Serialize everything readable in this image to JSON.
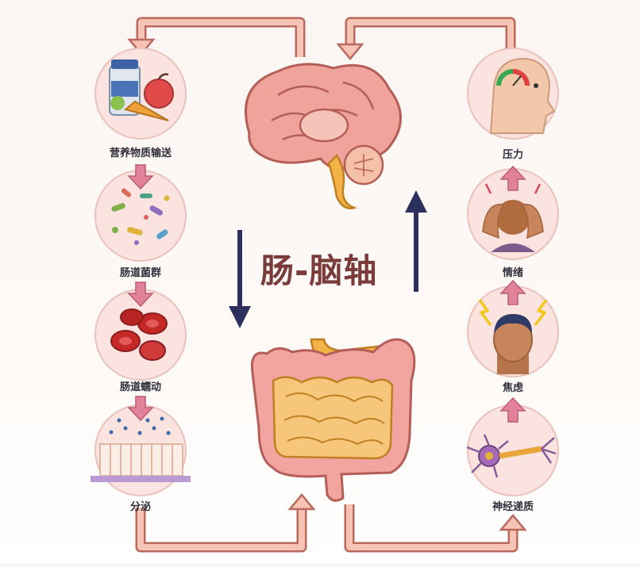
{
  "title": "肠-脑轴",
  "left_chain": [
    "营养物质输送",
    "肠道菌群",
    "肠道蠕动",
    "分泌"
  ],
  "right_chain": [
    "压力",
    "情绪",
    "焦虑",
    "神经递质"
  ],
  "colors": {
    "circle_fill": "#fbe3df",
    "circle_stroke": "#eac1bb",
    "connector": "#e79c8a",
    "connector_dark": "#b96a5d",
    "arrow_pink": "#e1829a",
    "axis_arrow": "#2d2f5e",
    "title": "#7a3b3b"
  }
}
